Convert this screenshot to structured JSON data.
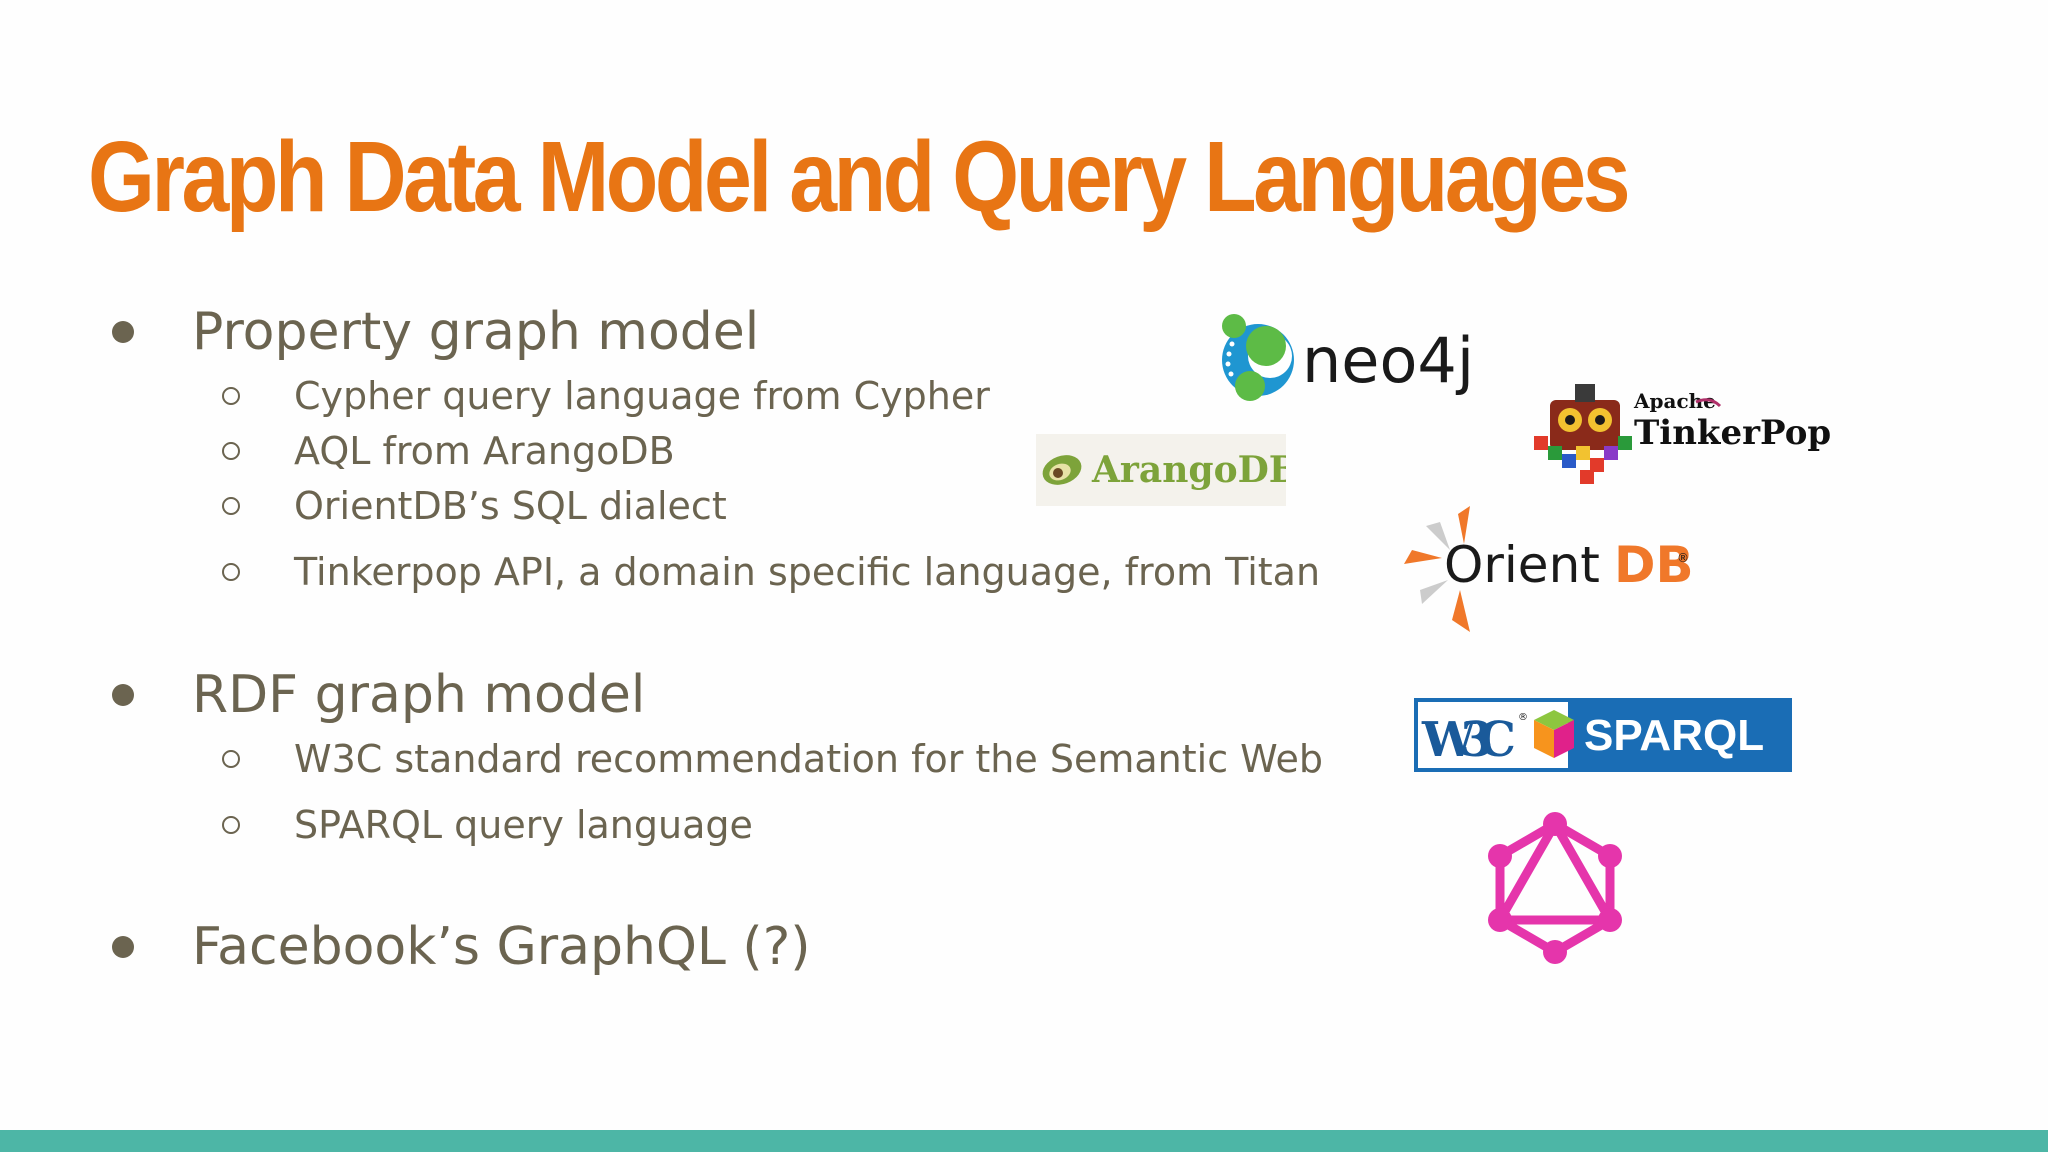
{
  "slide": {
    "title": "Graph Data Model and Query Languages",
    "bullets": [
      {
        "text": "Property graph model",
        "sub": [
          "Cypher query language from Cypher",
          "AQL from ArangoDB",
          "OrientDB’s SQL dialect",
          "Tinkerpop API, a domain specific language, from Titan"
        ]
      },
      {
        "text": "RDF graph model",
        "sub": [
          "W3C standard recommendation for the Semantic Web",
          "SPARQL query language"
        ]
      },
      {
        "text": "Facebook’s GraphQL (?)",
        "sub": []
      }
    ]
  },
  "logos": {
    "neo4j": {
      "text": "neo4j"
    },
    "arangodb": {
      "text": "ArangoDB"
    },
    "tinkerpop": {
      "apache": "Apache",
      "name": "TinkerPop"
    },
    "orientdb": {
      "orient": "Orient",
      "db": "DB",
      "reg": "®"
    },
    "w3c_sparql": {
      "w3c": "W3C",
      "reg": "®",
      "sparql": "SPARQL"
    },
    "graphql": {
      "icon": "graphql-icon"
    }
  },
  "colors": {
    "title": "#e87514",
    "text": "#6b6450",
    "accent_bar": "#4db6a6",
    "graphql": "#e535ab",
    "w3c_blue": "#1a6db5"
  }
}
